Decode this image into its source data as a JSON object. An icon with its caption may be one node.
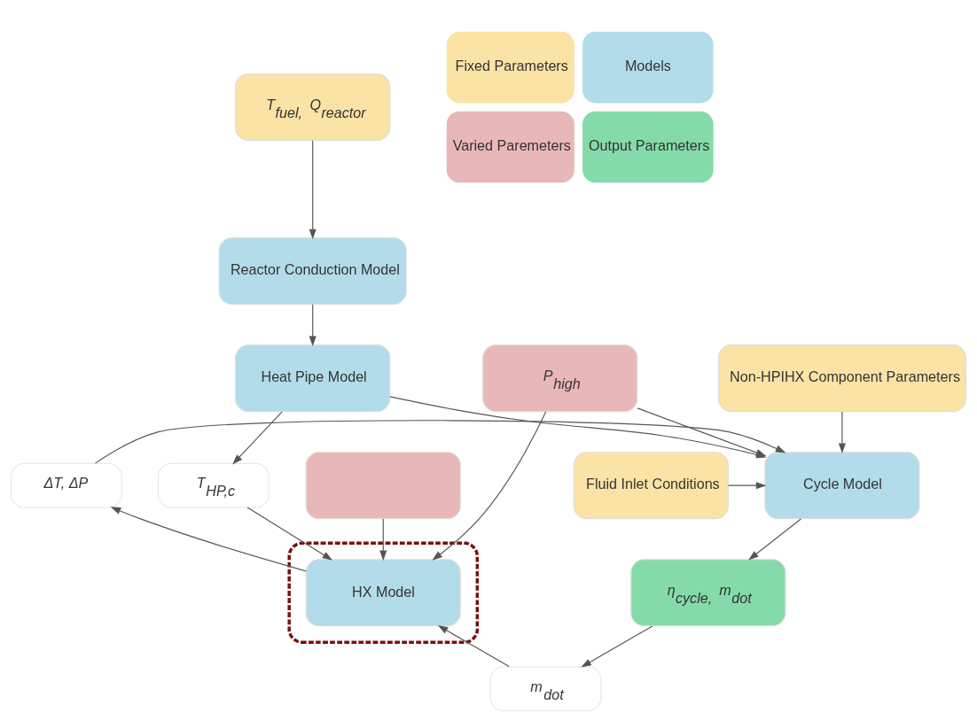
{
  "diagram": {
    "nodes": [
      {
        "text": [
          "T$_{fuel,}$ Q$_{reactor}$"
        ]
      },
      {
        "text": [
          "Reactor Conduction Model"
        ]
      },
      {
        "text": [
          "P$_{high}$"
        ]
      },
      {
        "text": [
          "Heat Pipe Model"
        ]
      },
      {
        "text": [
          "Non-HPIHX Component Parameters"
        ]
      },
      {
        "text": [
          "T$_{HP,c}$"
        ]
      },
      {
        "text": [],
        "shape": "box"
      },
      {
        "text": [],
        "shape": "box"
      },
      {
        "text": [
          "HX Model"
        ],
        "in": 7
      },
      {
        "text": [
          "ΔT, ΔP"
        ]
      },
      {
        "text": [
          "Cycle Model"
        ]
      },
      {
        "text": [
          "Fluid Inlet Conditions"
        ]
      },
      {
        "text": [
          "m$_{dot}$"
        ]
      },
      {
        "text": [
          "η$_{cycle,}$ m$_{dot}$"
        ]
      }
    ],
    "edges": [
      {
        "from": 0,
        "to": 1,
        "arrow": "to"
      },
      {
        "from": 1,
        "to": 3,
        "arrow": "to"
      },
      {
        "from": 3,
        "to": 10,
        "arrow": "to"
      },
      {
        "from": 3,
        "to": 5,
        "arrow": "to"
      },
      {
        "from": 5,
        "to": 8,
        "arrow": "to"
      },
      {
        "from": 2,
        "to": 8,
        "arrow": "to"
      },
      {
        "from": 2,
        "to": 10,
        "arrow": "to"
      },
      {
        "from": 4,
        "to": 10,
        "arrow": "to"
      },
      {
        "from": 6,
        "to": 8,
        "arrow": "to"
      },
      {
        "from": 8,
        "to": 9,
        "arrow": "to"
      },
      {
        "from": 9,
        "to": 10,
        "arrow": "to"
      },
      {
        "from": 11,
        "to": 10,
        "arrow": "to"
      },
      {
        "from": 10,
        "to": 13,
        "arrow": "to"
      },
      {
        "from": 13,
        "to": 12,
        "arrow": "to"
      },
      {
        "from": 12,
        "to": 8,
        "arrow": "to"
      }
    ],
    "legend": [
      {
        "text": "Fixed Parameters",
        "color": "#fbe3a6"
      },
      {
        "text": "Models",
        "color": "#b3dcea"
      },
      {
        "text": "Varied Paremeters",
        "color": "#e8b8b8"
      },
      {
        "text": "Output Parameters",
        "color": "#84dba9"
      }
    ]
  }
}
